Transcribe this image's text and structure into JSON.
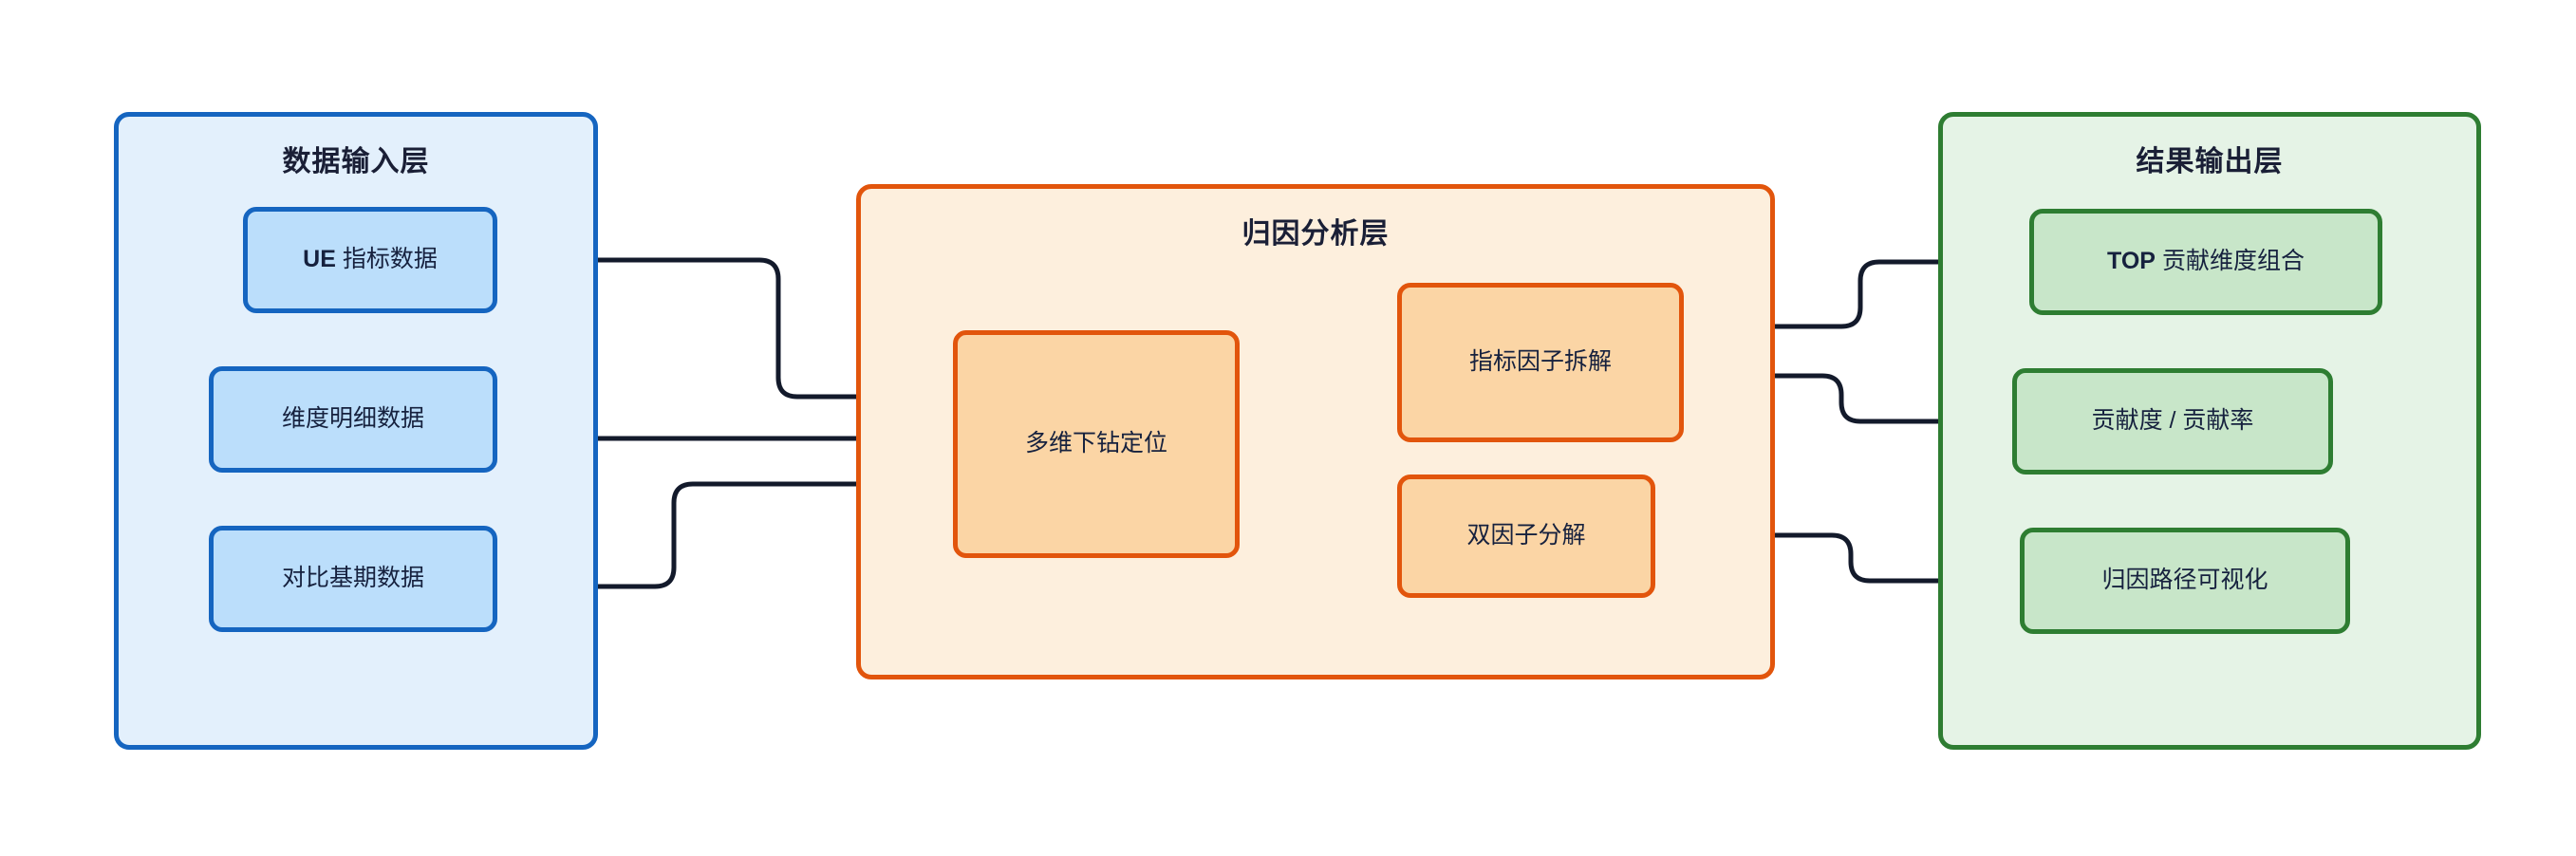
{
  "diagram": {
    "title": "",
    "colors": {
      "input_border": "#1565C0",
      "input_panel_fill": "#E3F0FC",
      "input_node_fill": "#BBDEFB",
      "attribution_border": "#E2550C",
      "attribution_panel_fill": "#FDEFDD",
      "attribution_node_fill": "#FBD5A5",
      "output_border": "#2E7D32",
      "output_panel_fill": "#E5F3E6",
      "output_node_fill": "#C8E6C9",
      "edge": "#131A2B",
      "text": "#16213E"
    },
    "panels": [
      {
        "id": "input",
        "title": "数据输入层",
        "nodes": [
          {
            "id": "ue_metric",
            "label_bold": "UE",
            "label_rest": " 指标数据"
          },
          {
            "id": "dim_detail",
            "label": "维度明细数据"
          },
          {
            "id": "base_period",
            "label": "对比基期数据"
          }
        ]
      },
      {
        "id": "attribution",
        "title": "归因分析层",
        "nodes": [
          {
            "id": "drill_down",
            "label": "多维下钻定位"
          },
          {
            "id": "factor_split",
            "label": "指标因子拆解"
          },
          {
            "id": "dual_factor",
            "label": "双因子分解"
          }
        ]
      },
      {
        "id": "output",
        "title": "结果输出层",
        "nodes": [
          {
            "id": "top_combo",
            "label_bold": "TOP",
            "label_rest": " 贡献维度组合"
          },
          {
            "id": "contribution",
            "label": "贡献度 / 贡献率"
          },
          {
            "id": "path_vis",
            "label": "归因路径可视化"
          }
        ]
      }
    ],
    "edges": [
      {
        "from": "ue_metric",
        "to": "drill_down",
        "style": "orthogonal"
      },
      {
        "from": "dim_detail",
        "to": "drill_down",
        "style": "straight"
      },
      {
        "from": "base_period",
        "to": "drill_down",
        "style": "orthogonal"
      },
      {
        "from": "drill_down",
        "to": "factor_split",
        "style": "straight"
      },
      {
        "from": "drill_down",
        "to": "dual_factor",
        "style": "straight"
      },
      {
        "from": "factor_split",
        "to": "top_combo",
        "style": "orthogonal"
      },
      {
        "from": "factor_split",
        "to": "contribution",
        "style": "orthogonal"
      },
      {
        "from": "dual_factor",
        "to": "path_vis",
        "style": "orthogonal"
      }
    ]
  }
}
